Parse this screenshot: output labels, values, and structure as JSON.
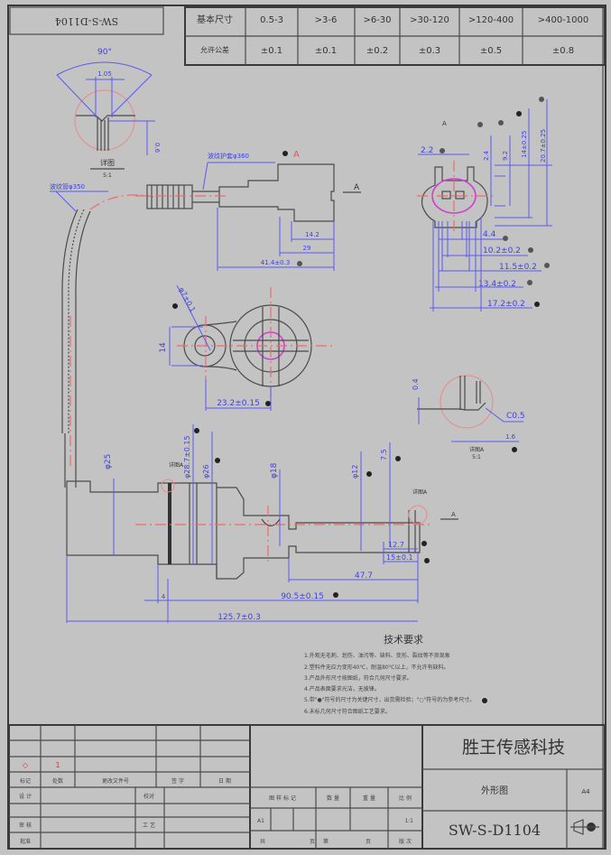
{
  "drawing_number": "SW-S-D1104",
  "tolerance_table": {
    "header": "基本尺寸",
    "ranges": [
      "0.5-3",
      ">3-6",
      ">6-30",
      ">30-120",
      ">120-400",
      ">400-1000"
    ],
    "row_label": "允许公差",
    "tolerances": [
      "±0.1",
      "±0.1",
      "±0.2",
      "±0.3",
      "±0.5",
      "±0.8"
    ]
  },
  "detail_view": {
    "angle": "90°",
    "width": "1.05",
    "depth": "0.6",
    "label": "详图",
    "scale": "5:1"
  },
  "labels": {
    "sleeve_1": "波纹管φ350",
    "sleeve_2": "波纹护套φ360",
    "view_a": "A",
    "detail_mark": "详图A",
    "detail_scale": "5:1"
  },
  "dimensions": {
    "connector_top": [
      "14.2",
      "29",
      "41.4±0.3"
    ],
    "connector_face": [
      "2.2",
      "2.4",
      "9.2",
      "14±0.25",
      "20.7±0.25",
      "4.4",
      "10.2±0.2",
      "11.5±0.2",
      "13.4±0.2",
      "17.2±0.2"
    ],
    "flange": [
      "φ7±0.1",
      "14",
      "23.2±0.15"
    ],
    "chamfer": [
      "0.4",
      "C0.5",
      "1.6"
    ],
    "body": [
      "φ25",
      "φ28.7±0.15",
      "φ26",
      "φ18",
      "φ12",
      "7.5",
      "12.7",
      "15±0.1",
      "47.7",
      "4",
      "90.5±0.15",
      "125.7±0.3"
    ]
  },
  "tech_requirements": {
    "title": "技术要求",
    "items": [
      "1.外观无毛刺、划伤、油污等、缺料、变形、裂纹等不良现象",
      "2.塑料件无应力变形40℃，耐温80℃以上，不允许有缺料。",
      "3.产品外形尺寸按图纸，符合几何尺寸要求。",
      "4.产品表面要求光洁，无披锋。",
      "5.带\"●\"符号的尺寸为关键尺寸，出货需检验；\"○\"符号的为参考尺寸。",
      "6.未标几何尺寸符合图纸工艺要求。"
    ]
  },
  "title_block": {
    "company": "胜王传感科技",
    "drawing_title": "外形图",
    "paper_size": "A4",
    "drawing_number": "SW-S-D1104",
    "revision_mark": "◇",
    "revision_count": "1",
    "col_labels": [
      "标记",
      "处数",
      "更改文件号",
      "签 字",
      "日 期"
    ],
    "designer": "设 计",
    "checker": "校对",
    "reviewer": "审 核",
    "approver": "批准",
    "process": "工 艺",
    "stage_labels": [
      "图 样 标 记",
      "数 量",
      "重 量",
      "比 例"
    ],
    "stage": "A1",
    "scale": "1:1",
    "sheet_total": "共",
    "sheet_total_unit": "页",
    "sheet_no": "第",
    "sheet_no_unit": "页",
    "edition": "版 次"
  }
}
